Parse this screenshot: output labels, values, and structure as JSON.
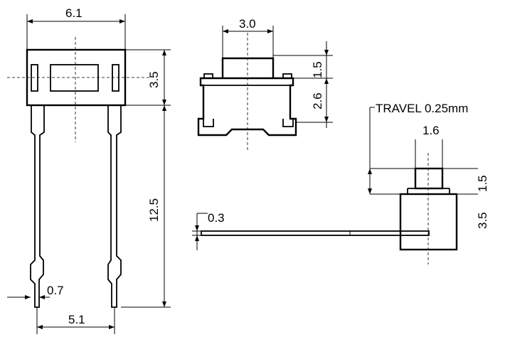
{
  "front_view": {
    "body_width": "6.1",
    "body_height": "3.5",
    "pin_length": "12.5",
    "pin_width": "0.7",
    "pin_pitch": "5.1"
  },
  "top_view": {
    "actuator_width": "3.0",
    "actuator_height": "1.5",
    "body_height": "2.6"
  },
  "side_view": {
    "travel_label": "TRAVEL 0.25mm",
    "actuator_width": "1.6",
    "actuator_height": "1.5",
    "body_height": "3.5",
    "lead_thickness": "0.3"
  }
}
